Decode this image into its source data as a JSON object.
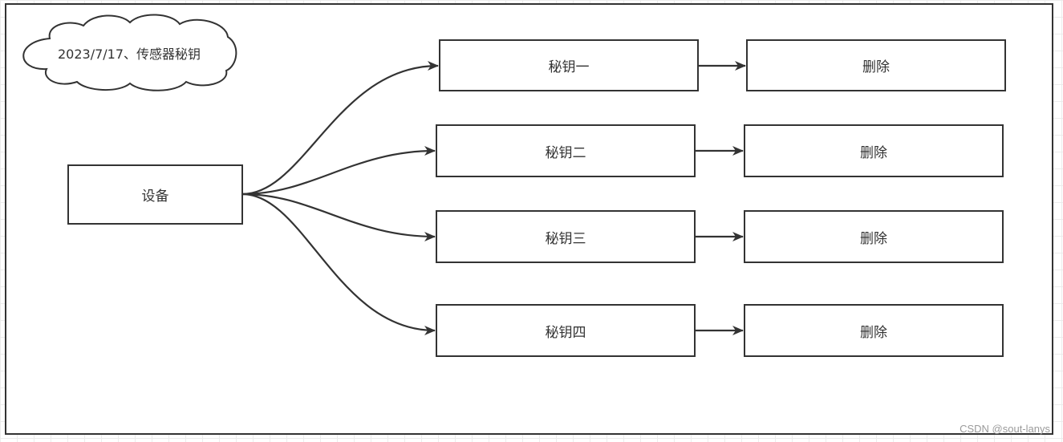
{
  "diagram": {
    "note_cloud": {
      "text": "2023/7/17、传感器秘钥"
    },
    "device": {
      "label": "设备"
    },
    "keys": [
      {
        "label": "秘钥一",
        "action": "删除"
      },
      {
        "label": "秘钥二",
        "action": "删除"
      },
      {
        "label": "秘钥三",
        "action": "删除"
      },
      {
        "label": "秘钥四",
        "action": "删除"
      }
    ]
  },
  "watermark": {
    "text": "CSDN @sout-lanys"
  },
  "colors": {
    "stroke": "#333333",
    "text": "#333333",
    "grid": "#ececec",
    "background": "#ffffff"
  }
}
